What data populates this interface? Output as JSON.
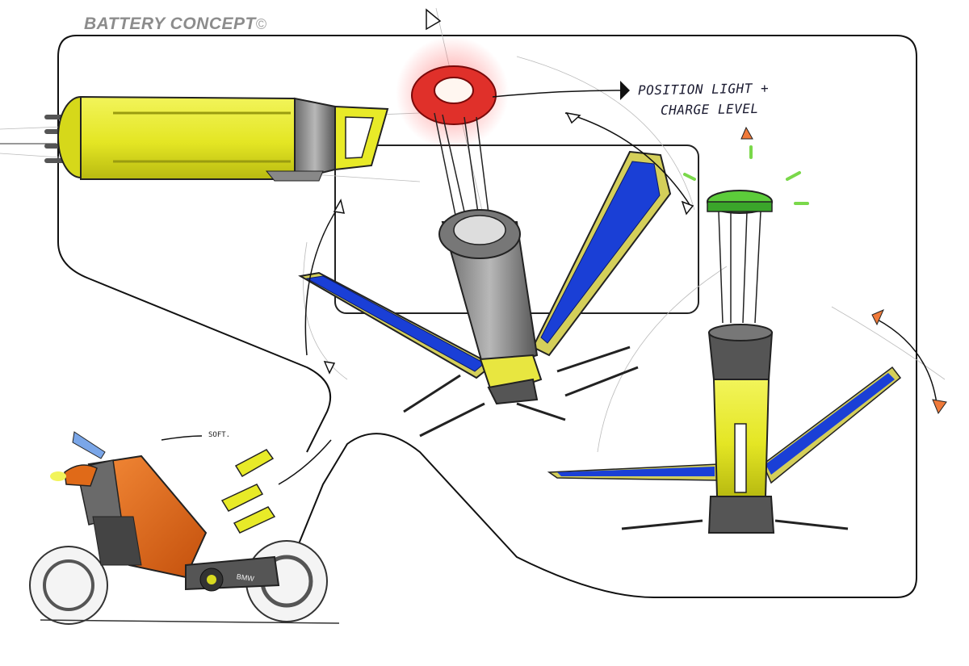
{
  "sheet": {
    "title": "BATTERY CONCEPT",
    "copyright": "©",
    "note_line1": "POSITION LIGHT +",
    "note_line2": "CHARGE LEVEL",
    "callout_soft": "SOFT.",
    "brand_mark": "BMW"
  },
  "colors": {
    "battery_yellow": "#e6e82a",
    "solar_blue": "#1a3fd6",
    "red_light": "#e0302a",
    "green_light": "#5ccc3a",
    "bike_orange": "#e06a18",
    "arrow_orange": "#f07a3a"
  }
}
